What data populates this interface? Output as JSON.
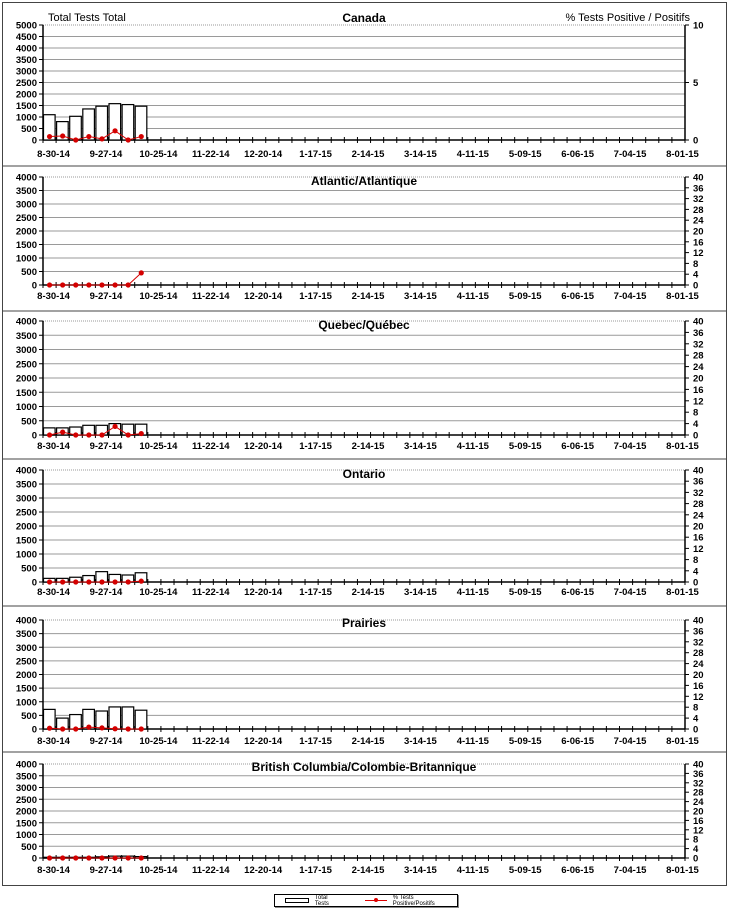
{
  "legend": {
    "bars": "Total Tests",
    "line": "% Tests Positive/Positifs"
  },
  "colors": {
    "bar_fill": "#ffffff",
    "bar_stroke": "#000000",
    "line": "#d40000",
    "left_title": "#1a1aee",
    "right_title": "#e00000"
  },
  "chart_data": [
    {
      "type": "bar+line",
      "title": "Canada",
      "left_axis_title": "Total Tests Total",
      "right_axis_title": "% Tests Positive / Positifs",
      "ylim": [
        0,
        5000
      ],
      "ystep": 500,
      "y2lim": [
        0,
        10
      ],
      "y2step": 5,
      "x_labels": [
        "8-30-14",
        "9-27-14",
        "10-25-14",
        "11-22-14",
        "12-20-14",
        "1-17-15",
        "2-14-15",
        "3-14-15",
        "4-11-15",
        "5-09-15",
        "6-06-15",
        "7-04-15",
        "8-01-15"
      ],
      "total_tests": [
        1100,
        800,
        1030,
        1350,
        1470,
        1580,
        1540,
        1470
      ],
      "pct_positive": [
        0.3,
        0.35,
        0,
        0.3,
        0.1,
        0.8,
        0,
        0.3
      ]
    },
    {
      "type": "bar+line",
      "title": "Atlantic/Atlantique",
      "ylim": [
        0,
        4000
      ],
      "ystep": 500,
      "y2lim": [
        0,
        40
      ],
      "y2step": 4,
      "x_labels": [
        "8-30-14",
        "9-27-14",
        "10-25-14",
        "11-22-14",
        "12-20-14",
        "1-17-15",
        "2-14-15",
        "3-14-15",
        "4-11-15",
        "5-09-15",
        "6-06-15",
        "7-04-15",
        "8-01-15"
      ],
      "total_tests": [
        0,
        0,
        0,
        0,
        0,
        0,
        0,
        0
      ],
      "pct_positive": [
        0,
        0,
        0,
        0,
        0,
        0,
        0,
        4.5
      ]
    },
    {
      "type": "bar+line",
      "title": "Quebec/Québec",
      "ylim": [
        0,
        4000
      ],
      "ystep": 500,
      "y2lim": [
        0,
        40
      ],
      "y2step": 4,
      "x_labels": [
        "8-30-14",
        "9-27-14",
        "10-25-14",
        "11-22-14",
        "12-20-14",
        "1-17-15",
        "2-14-15",
        "3-14-15",
        "4-11-15",
        "5-09-15",
        "6-06-15",
        "7-04-15",
        "8-01-15"
      ],
      "total_tests": [
        250,
        250,
        280,
        340,
        340,
        400,
        380,
        380
      ],
      "pct_positive": [
        0,
        1,
        0,
        0,
        0,
        3,
        0,
        0.5
      ]
    },
    {
      "type": "bar+line",
      "title": "Ontario",
      "ylim": [
        0,
        4000
      ],
      "ystep": 500,
      "y2lim": [
        0,
        40
      ],
      "y2step": 4,
      "x_labels": [
        "8-30-14",
        "9-27-14",
        "10-25-14",
        "11-22-14",
        "12-20-14",
        "1-17-15",
        "2-14-15",
        "3-14-15",
        "4-11-15",
        "5-09-15",
        "6-06-15",
        "7-04-15",
        "8-01-15"
      ],
      "total_tests": [
        130,
        130,
        170,
        230,
        370,
        270,
        250,
        330
      ],
      "pct_positive": [
        0,
        0,
        0,
        0,
        0,
        0,
        0,
        0.3
      ]
    },
    {
      "type": "bar+line",
      "title": "Prairies",
      "ylim": [
        0,
        4000
      ],
      "ystep": 500,
      "y2lim": [
        0,
        40
      ],
      "y2step": 4,
      "x_labels": [
        "8-30-14",
        "9-27-14",
        "10-25-14",
        "11-22-14",
        "12-20-14",
        "1-17-15",
        "2-14-15",
        "3-14-15",
        "4-11-15",
        "5-09-15",
        "6-06-15",
        "7-04-15",
        "8-01-15"
      ],
      "total_tests": [
        720,
        400,
        530,
        720,
        660,
        810,
        810,
        690
      ],
      "pct_positive": [
        0.3,
        0,
        0,
        0.7,
        0.4,
        0.1,
        0,
        0
      ]
    },
    {
      "type": "bar+line",
      "title": "British Columbia/Colombie-Britannique",
      "ylim": [
        0,
        4000
      ],
      "ystep": 500,
      "y2lim": [
        0,
        40
      ],
      "y2step": 4,
      "x_labels": [
        "8-30-14",
        "9-27-14",
        "10-25-14",
        "11-22-14",
        "12-20-14",
        "1-17-15",
        "2-14-15",
        "3-14-15",
        "4-11-15",
        "5-09-15",
        "6-06-15",
        "7-04-15",
        "8-01-15"
      ],
      "total_tests": [
        30,
        30,
        30,
        30,
        50,
        80,
        80,
        60
      ],
      "pct_positive": [
        0,
        0,
        0,
        0,
        0,
        0,
        0,
        0
      ]
    }
  ]
}
